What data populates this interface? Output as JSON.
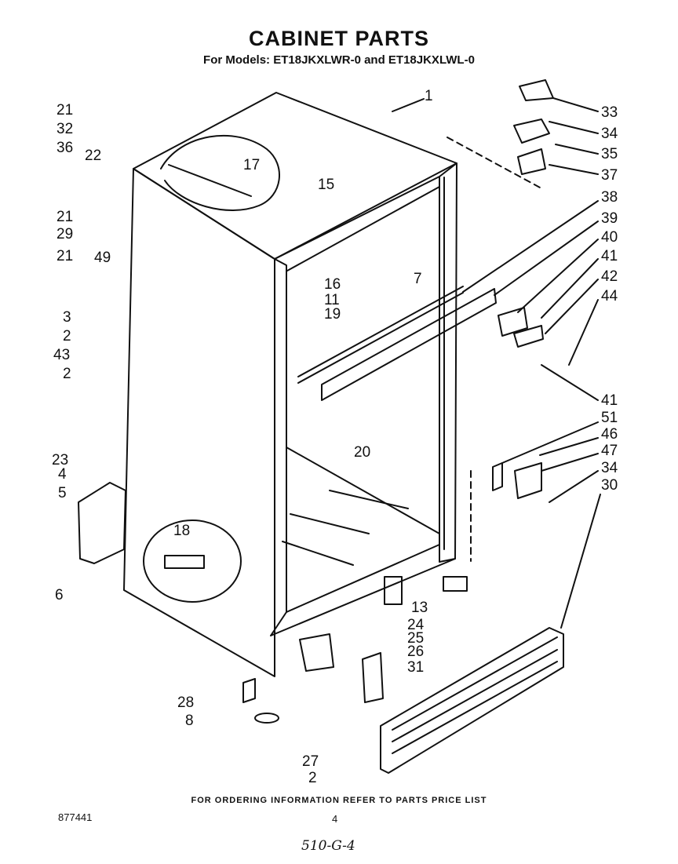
{
  "header": {
    "title": "CABINET PARTS",
    "subtitle": "For Models: ET18JKXLWR-0 and ET18JKXLWL-0"
  },
  "callouts": [
    "1",
    "33",
    "34",
    "35",
    "37",
    "38",
    "39",
    "40",
    "41",
    "42",
    "44",
    "41",
    "51",
    "46",
    "47",
    "34",
    "30",
    "21",
    "32",
    "36",
    "22",
    "17",
    "15",
    "21",
    "29",
    "49",
    "21",
    "16",
    "11",
    "7",
    "19",
    "3",
    "2",
    "43",
    "2",
    "23",
    "4",
    "5",
    "6",
    "20",
    "18",
    "13",
    "24",
    "25",
    "26",
    "31",
    "28",
    "8",
    "27",
    "2"
  ],
  "footer": {
    "ordering_note": "FOR ORDERING INFORMATION REFER TO PARTS PRICE LIST",
    "doc_number": "877441",
    "page_number": "4",
    "handwritten_note": "510-G-4"
  }
}
